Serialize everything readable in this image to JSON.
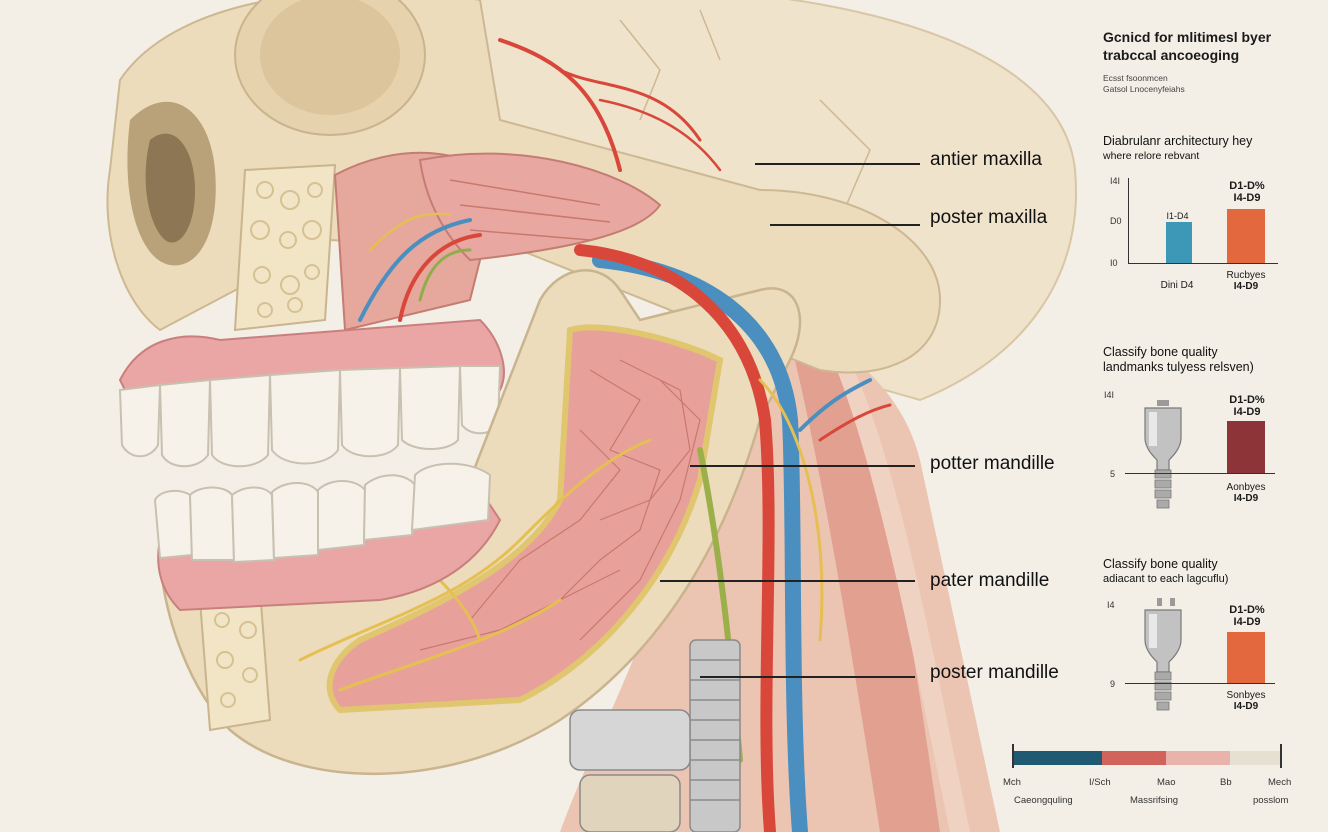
{
  "header": {
    "title_line1": "Gcnicd for mlitimesl byer",
    "title_line2": "trabccal ancoeoging",
    "sub_line1": "Ecsst fsoonmcen",
    "sub_line2": "Gatsol Lnocenyfeiahs"
  },
  "anatomy_labels": {
    "anterior_maxilla": "antier maxilla",
    "posterior_maxilla": "poster maxilla",
    "posterior_mandible_1": "potter mandille",
    "posterior_mandible_2": "pater mandille",
    "posterior_mandible_3": "poster mandille"
  },
  "panel1": {
    "heading_line1": "Diabrulanr architectury hey",
    "heading_line2": "where relore rebvant",
    "ticks": [
      "I4I",
      "D0",
      "I0"
    ],
    "bar1_label": "I1-D4",
    "bar2_label_line1": "D1-D%",
    "bar2_label_line2": "I4-D9",
    "cap1": "Dini D4",
    "cap2_line1": "Rucbyes",
    "cap2_line2": "I4-D9"
  },
  "panel2": {
    "heading_line1": "Classify bone quality",
    "heading_line2": "landmanks tulyess relsven)",
    "ticks": [
      "I4I",
      "5"
    ],
    "bar_label_line1": "D1-D%",
    "bar_label_line2": "I4-D9",
    "cap_line1": "Aonbyes",
    "cap_line2": "I4-D9"
  },
  "panel3": {
    "heading_line1": "Classify bone quality",
    "heading_line2": "adiacant to each lagcuflu)",
    "ticks": [
      "I4",
      "9"
    ],
    "bar_label_line1": "D1-D%",
    "bar_label_line2": "I4-D9",
    "cap_line1": "Sonbyes",
    "cap_line2": "I4-D9"
  },
  "legend": {
    "left_top": "Mch",
    "left_bottom": "Caeongquling",
    "mid1_top": "I/Sch",
    "mid2_top": "Mao",
    "mid_bottom": "Massrifsing",
    "mid3_top": "Bb",
    "right_top": "Mech",
    "right_bottom": "posslom",
    "colors": [
      "#1f5a72",
      "#d2635a",
      "#e9b3ab",
      "#e6e0d3"
    ]
  },
  "colors": {
    "bone": "#ecdcbc",
    "bone_dark": "#c9b48e",
    "gum": "#e9a6a4",
    "artery": "#d9473b",
    "vein": "#4a8fc0",
    "nerve": "#e6bf52",
    "bar_teal": "#3d98b7",
    "bar_orange": "#e4683e",
    "bar_maroon": "#8c3438"
  }
}
